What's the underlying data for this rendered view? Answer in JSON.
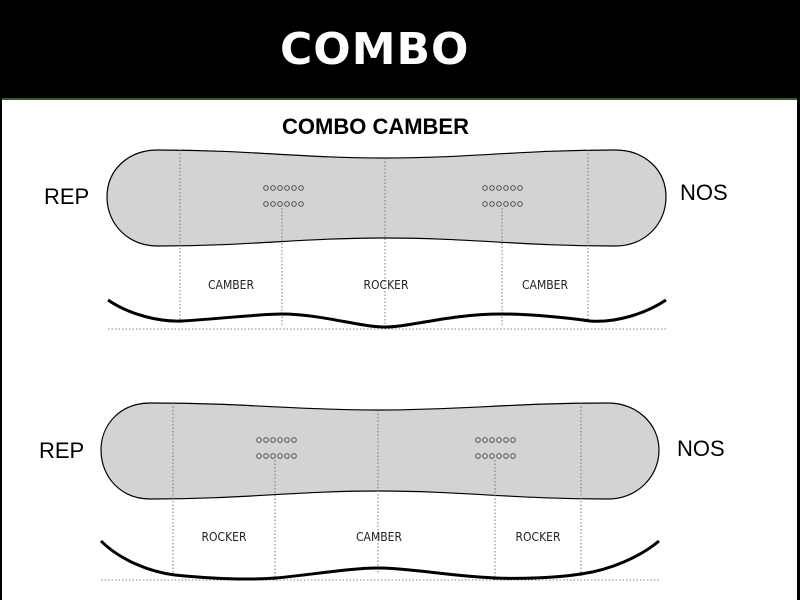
{
  "header": {
    "title": "COMBO"
  },
  "diagram": {
    "title": "COMBO CAMBER",
    "boards": [
      {
        "tail_label": "REP",
        "nose_label": "NOS",
        "zones": [
          "CAMBER",
          "ROCKER",
          "CAMBER"
        ]
      },
      {
        "tail_label": "REP",
        "nose_label": "NOS",
        "zones": [
          "ROCKER",
          "CAMBER",
          "ROCKER"
        ]
      }
    ]
  },
  "colors": {
    "header_bg": "#000000",
    "board_fill": "#d3d3d3",
    "accent_line": "#3a5a2a"
  }
}
